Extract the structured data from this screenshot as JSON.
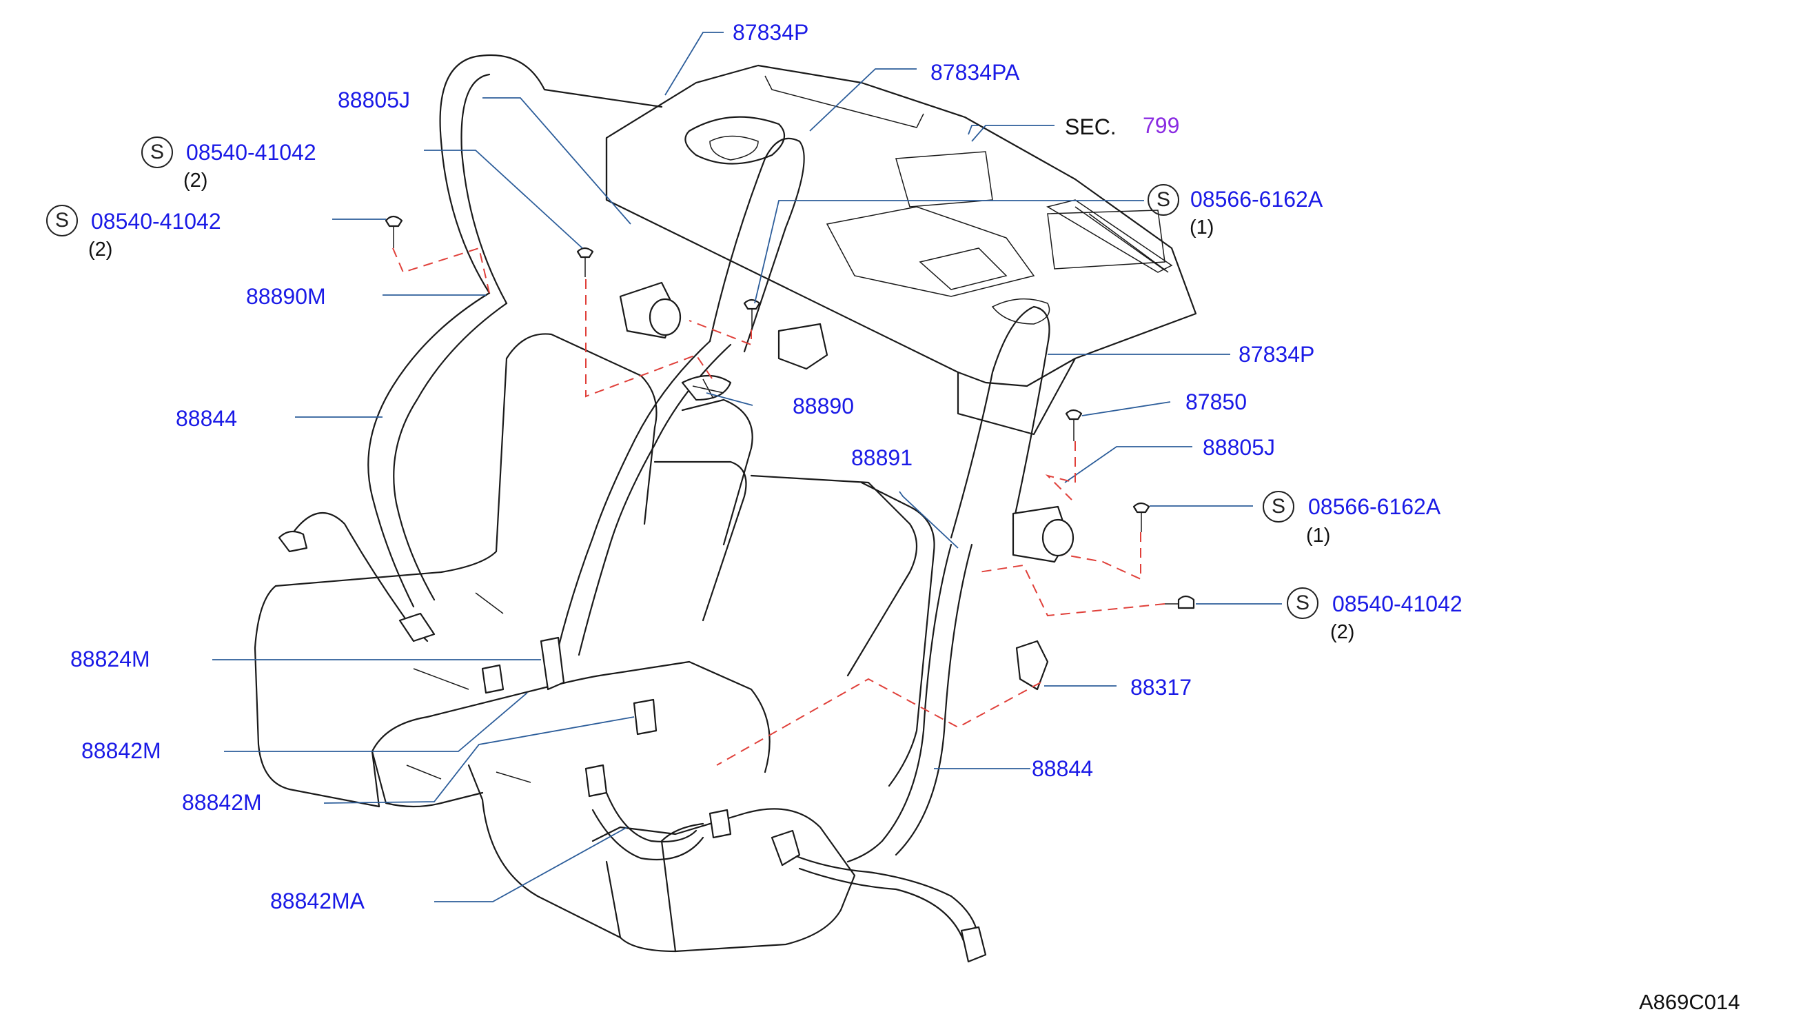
{
  "colors": {
    "label": "#1a1ae6",
    "section_number": "#8a2be2",
    "leader": "#2c5d9a",
    "dashed_link": "#e0403a"
  },
  "section": {
    "prefix": "SEC.",
    "number": "799"
  },
  "diagram_code": "A869C014",
  "parts": {
    "p87834P_top": "87834P",
    "p87834PA": "87834PA",
    "p88805J_left": "88805J",
    "p87834P_right": "87834P",
    "p87850": "87850",
    "p88805J_right": "88805J",
    "p88890M": "88890M",
    "p88890": "88890",
    "p88891": "88891",
    "p88844_left": "88844",
    "p88844_right": "88844",
    "p88824M": "88824M",
    "p88842M_a": "88842M",
    "p88842M_b": "88842M",
    "p88842MA": "88842MA",
    "p88317": "88317"
  },
  "standard_parts": {
    "s1": {
      "symbol": "S",
      "number": "08540-41042",
      "qty": "(2)"
    },
    "s2": {
      "symbol": "S",
      "number": "08540-41042",
      "qty": "(2)"
    },
    "s3": {
      "symbol": "S",
      "number": "08566-6162A",
      "qty": "(1)"
    },
    "s4": {
      "symbol": "S",
      "number": "08566-6162A",
      "qty": "(1)"
    },
    "s5": {
      "symbol": "S",
      "number": "08540-41042",
      "qty": "(2)"
    }
  }
}
